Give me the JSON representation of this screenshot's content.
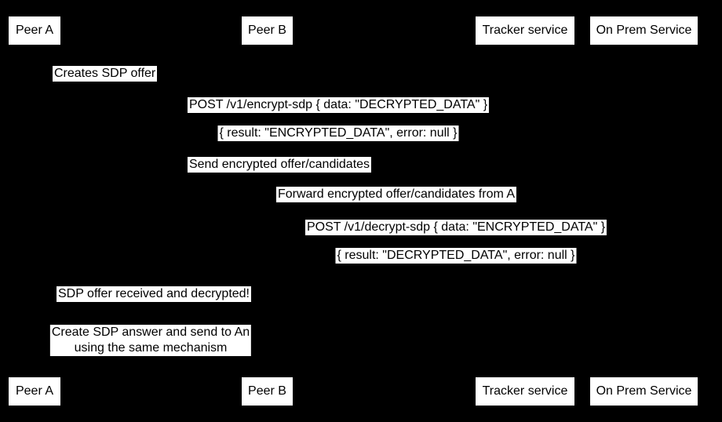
{
  "diagram": {
    "type": "sequence-diagram",
    "colors": {
      "background": "#000000",
      "box_fill": "#ffffff",
      "text": "#000000"
    },
    "actors": [
      {
        "label": "Peer A"
      },
      {
        "label": "Peer B"
      },
      {
        "label": "Tracker service"
      },
      {
        "label": "On Prem Service"
      }
    ],
    "messages": [
      {
        "text": "Creates SDP offer"
      },
      {
        "text": "POST /v1/encrypt-sdp { data: \"DECRYPTED_DATA\" }"
      },
      {
        "text": "{ result: \"ENCRYPTED_DATA\", error: null }"
      },
      {
        "text": "Send encrypted offer/candidates"
      },
      {
        "text": "Forward encrypted offer/candidates from A"
      },
      {
        "text": "POST /v1/decrypt-sdp { data: \"ENCRYPTED_DATA\" }"
      },
      {
        "text": "{ result: \"DECRYPTED_DATA\", error: null }"
      },
      {
        "text": "SDP offer received and decrypted!"
      },
      {
        "text": "Create SDP answer and send to An\nusing the same mechanism"
      }
    ]
  }
}
